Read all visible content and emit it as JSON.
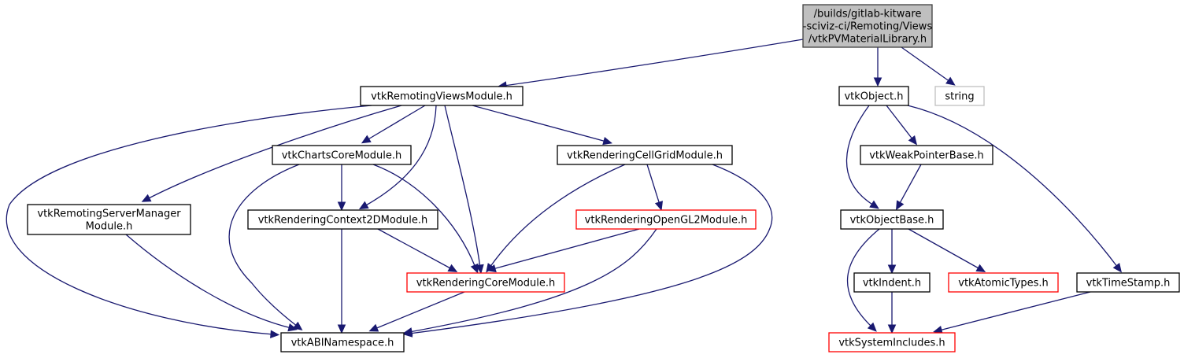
{
  "diagram": {
    "title": "Include dependency graph for vtkPVMaterialLibrary.h",
    "colors": {
      "edge": "#191970",
      "root_fill": "#bfbfbf",
      "root_border": "#404040",
      "documented_border": "#000000",
      "truncated_border": "#ff0000",
      "external_border": "#bfbfbf",
      "node_fill": "#ffffff"
    },
    "nodes": [
      {
        "id": "root",
        "kind": "root",
        "lines": [
          "/builds/gitlab-kitware",
          "-sciviz-ci/Remoting/Views",
          "/vtkPVMaterialLibrary.h"
        ]
      },
      {
        "id": "remotingViews",
        "kind": "documented",
        "lines": [
          "vtkRemotingViewsModule.h"
        ]
      },
      {
        "id": "vtkObject",
        "kind": "documented",
        "lines": [
          "vtkObject.h"
        ]
      },
      {
        "id": "string",
        "kind": "external",
        "lines": [
          "string"
        ]
      },
      {
        "id": "chartsCore",
        "kind": "documented",
        "lines": [
          "vtkChartsCoreModule.h"
        ]
      },
      {
        "id": "cellGrid",
        "kind": "documented",
        "lines": [
          "vtkRenderingCellGridModule.h"
        ]
      },
      {
        "id": "weakPtr",
        "kind": "documented",
        "lines": [
          "vtkWeakPointerBase.h"
        ]
      },
      {
        "id": "serverManager",
        "kind": "documented",
        "lines": [
          "vtkRemotingServerManager",
          "Module.h"
        ]
      },
      {
        "id": "context2D",
        "kind": "documented",
        "lines": [
          "vtkRenderingContext2DModule.h"
        ]
      },
      {
        "id": "openGL2",
        "kind": "truncated",
        "lines": [
          "vtkRenderingOpenGL2Module.h"
        ]
      },
      {
        "id": "objectBase",
        "kind": "documented",
        "lines": [
          "vtkObjectBase.h"
        ]
      },
      {
        "id": "renderingCore",
        "kind": "truncated",
        "lines": [
          "vtkRenderingCoreModule.h"
        ]
      },
      {
        "id": "indent",
        "kind": "documented",
        "lines": [
          "vtkIndent.h"
        ]
      },
      {
        "id": "atomicTypes",
        "kind": "truncated",
        "lines": [
          "vtkAtomicTypes.h"
        ]
      },
      {
        "id": "timeStamp",
        "kind": "documented",
        "lines": [
          "vtkTimeStamp.h"
        ]
      },
      {
        "id": "abiNamespace",
        "kind": "documented",
        "lines": [
          "vtkABINamespace.h"
        ]
      },
      {
        "id": "systemIncludes",
        "kind": "truncated",
        "lines": [
          "vtkSystemIncludes.h"
        ]
      }
    ],
    "edges": [
      {
        "from": "root",
        "to": "remotingViews"
      },
      {
        "from": "root",
        "to": "vtkObject"
      },
      {
        "from": "root",
        "to": "string"
      },
      {
        "from": "remotingViews",
        "to": "abiNamespace"
      },
      {
        "from": "remotingViews",
        "to": "serverManager"
      },
      {
        "from": "remotingViews",
        "to": "chartsCore"
      },
      {
        "from": "remotingViews",
        "to": "context2D"
      },
      {
        "from": "remotingViews",
        "to": "renderingCore"
      },
      {
        "from": "remotingViews",
        "to": "cellGrid"
      },
      {
        "from": "chartsCore",
        "to": "abiNamespace"
      },
      {
        "from": "chartsCore",
        "to": "context2D"
      },
      {
        "from": "chartsCore",
        "to": "renderingCore"
      },
      {
        "from": "cellGrid",
        "to": "renderingCore"
      },
      {
        "from": "cellGrid",
        "to": "openGL2"
      },
      {
        "from": "cellGrid",
        "to": "abiNamespace"
      },
      {
        "from": "serverManager",
        "to": "abiNamespace"
      },
      {
        "from": "context2D",
        "to": "abiNamespace"
      },
      {
        "from": "context2D",
        "to": "renderingCore"
      },
      {
        "from": "openGL2",
        "to": "renderingCore"
      },
      {
        "from": "openGL2",
        "to": "abiNamespace"
      },
      {
        "from": "renderingCore",
        "to": "abiNamespace"
      },
      {
        "from": "vtkObject",
        "to": "objectBase"
      },
      {
        "from": "vtkObject",
        "to": "weakPtr"
      },
      {
        "from": "vtkObject",
        "to": "timeStamp"
      },
      {
        "from": "weakPtr",
        "to": "objectBase"
      },
      {
        "from": "objectBase",
        "to": "systemIncludes"
      },
      {
        "from": "objectBase",
        "to": "indent"
      },
      {
        "from": "objectBase",
        "to": "atomicTypes"
      },
      {
        "from": "indent",
        "to": "systemIncludes"
      },
      {
        "from": "timeStamp",
        "to": "systemIncludes"
      }
    ]
  }
}
